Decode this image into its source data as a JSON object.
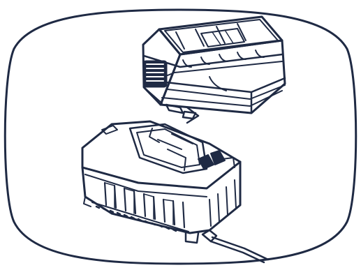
{
  "figure": {
    "stroke_color": "#1f2a44",
    "background_color": "#ffffff",
    "frame_shape": "rounded-squircle",
    "components": [
      "battery-pack",
      "direction-arrow",
      "charger",
      "power-cable"
    ],
    "arrow_direction": "right"
  }
}
